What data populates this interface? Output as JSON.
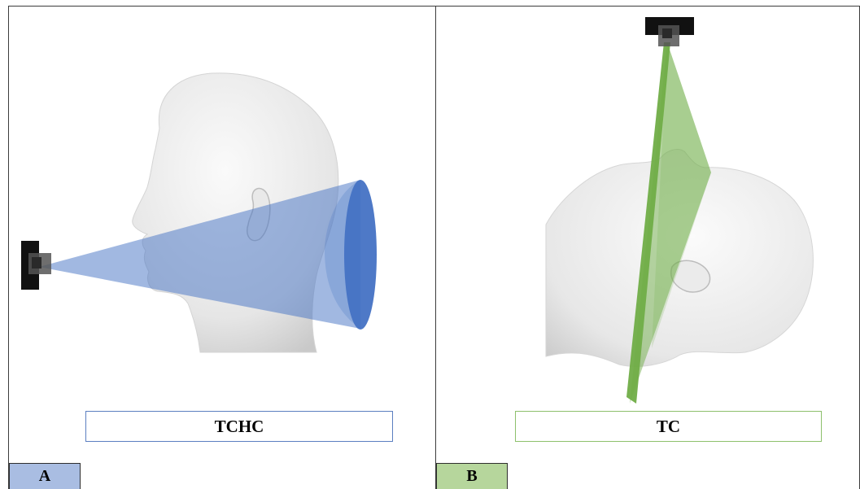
{
  "panels": [
    {
      "tag": "A",
      "caption": "TCHC",
      "beam_color": "#4472c4",
      "tag_color": "#a9bde2"
    },
    {
      "tag": "B",
      "caption": "TC",
      "beam_color": "#70ad47",
      "tag_color": "#b6d69c"
    }
  ]
}
